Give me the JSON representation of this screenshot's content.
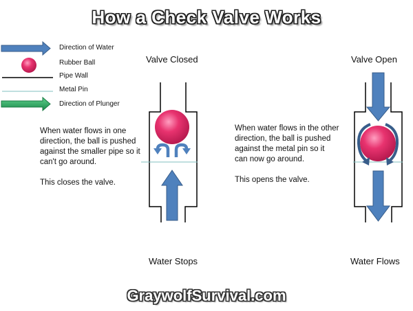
{
  "title": "How a Check Valve Works",
  "legend": {
    "water": "Direction of Water",
    "ball": "Rubber Ball",
    "pipe": "Pipe Wall",
    "pin": "Metal Pin",
    "plunger": "Direction of Plunger"
  },
  "closed": {
    "heading": "Valve Closed",
    "text1": "When water flows in one direction, the ball is pushed against the smaller pipe so it can't go around.",
    "text2": "This closes the valve.",
    "caption": "Water Stops"
  },
  "open": {
    "heading": "Valve Open",
    "text1": "When water flows in the other direction, the ball is pushed against the metal pin so it can now go around.",
    "text2": "This opens the valve.",
    "caption": "Water Flows"
  },
  "footer": "GraywolfSurvival.com",
  "colors": {
    "water_arrow": "#4f81bd",
    "arrow_outline": "#385d8a",
    "ball": "#e8336f",
    "pin": "#7fbfbf",
    "plunger_arrow": "#1fa05a"
  }
}
